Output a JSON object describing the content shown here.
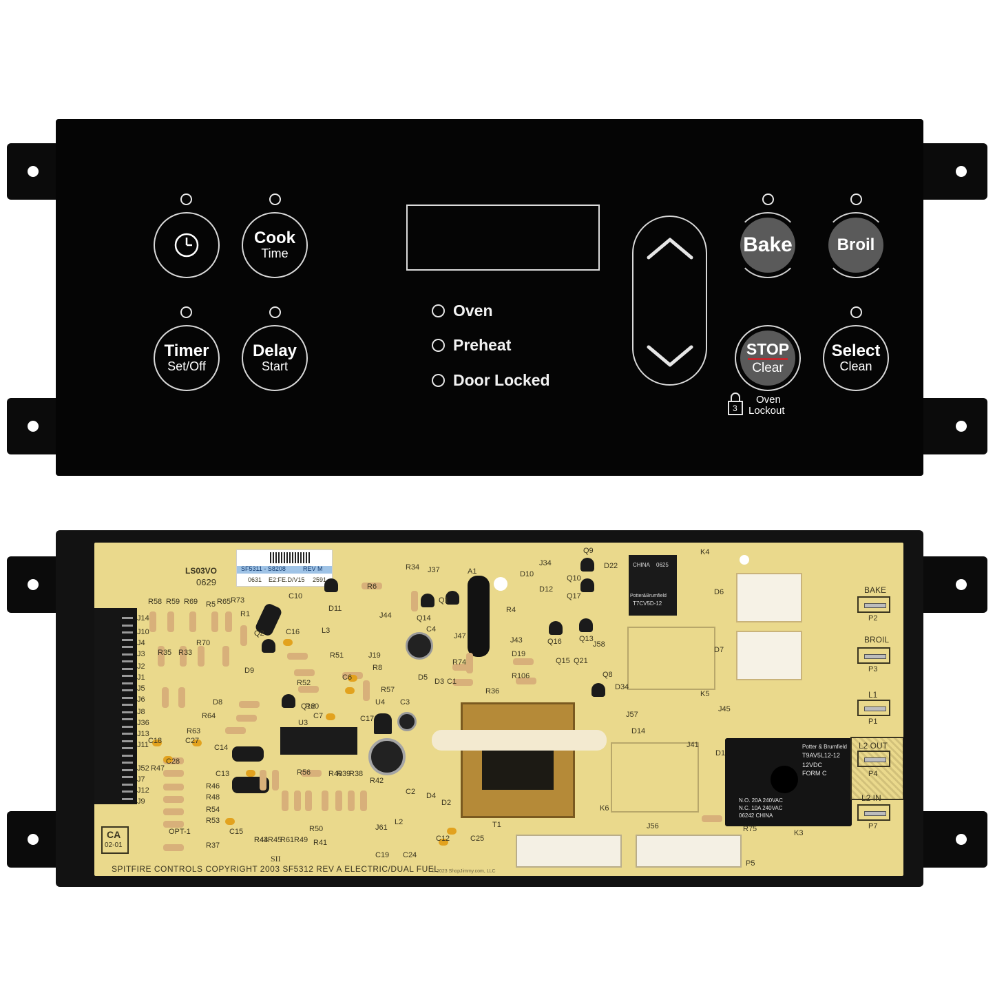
{
  "panel": {
    "keys": {
      "clock_label": "",
      "cook_l1": "Cook",
      "cook_l2": "Time",
      "timer_l1": "Timer",
      "timer_l2": "Set/Off",
      "delay_l1": "Delay",
      "delay_l2": "Start",
      "bake": "Bake",
      "broil": "Broil",
      "stop_l1": "STOP",
      "stop_l2": "Clear",
      "select_l1": "Select",
      "select_l2": "Clean"
    },
    "status": [
      "Oven",
      "Preheat",
      "Door Locked"
    ],
    "lockout": {
      "badge": "3",
      "line1": "Oven",
      "line2": "Lockout"
    },
    "colors": {
      "face": "#050505",
      "stop_underline": "#c0272d"
    }
  },
  "board": {
    "sticker": {
      "part": "SF5311 - S8208",
      "rev": "REV M",
      "code1": "0631",
      "code2": "E2:FE.D/V15",
      "code3": "2591"
    },
    "stamp_top": "0629",
    "logo_text": "LS03VO",
    "copyright": "SPITFIRE CONTROLS COPYRIGHT 2003 SF5312 REV A  ELECTRIC/DUAL FUEL",
    "sii": "SII",
    "ca": "CA",
    "ca_code": "02-01",
    "watermark": "© 2023 ShopJimmy.com, LLC",
    "terminals": [
      "BAKE",
      "P2",
      "BROIL",
      "P3",
      "L1",
      "P1",
      "L2 OUT",
      "P4",
      "L2 IN",
      "P7"
    ],
    "relay_big": {
      "l1": "Potter & Brumfield",
      "l2": "T9AV5L12-12",
      "l3": "12VDC",
      "l4": "FORM C",
      "l5": "N.O. 20A 240VAC",
      "l6": "N.C. 10A 240VAC",
      "l7": "06242 CHINA"
    },
    "relay_small": {
      "l1": "Potter&Brumfield",
      "l2": "T7CV5D-12",
      "l3": "CHINA",
      "l4": "0625"
    },
    "refs": {
      "j14": "J14",
      "j10": "J10",
      "j4": "J4",
      "j3": "J3",
      "j2": "J2",
      "j1": "J1",
      "j5": "J5",
      "j6": "J6",
      "j8": "J8",
      "j36": "J36",
      "j13": "J13",
      "j11": "J11",
      "j52": "J52",
      "j7": "J7",
      "j12": "J12",
      "j9": "J9",
      "r58": "R58",
      "r59": "R59",
      "r69": "R69",
      "r5": "R5",
      "r65": "R65",
      "r73": "R73",
      "r1": "R1",
      "r35": "R35",
      "r33": "R33",
      "r70": "R70",
      "c10": "C10",
      "d11": "D11",
      "l3": "L3",
      "c16": "C16",
      "r51": "R51",
      "j19": "J19",
      "r8": "R8",
      "d9": "D9",
      "r52": "R52",
      "c6": "C6",
      "r57": "R57",
      "d8": "D8",
      "q12": "Q12",
      "r60": "R60",
      "u4": "U4",
      "r64": "R64",
      "c7": "C7",
      "r63": "R63",
      "u3": "U3",
      "c17": "C17",
      "c18": "C18",
      "c27": "C27",
      "c14": "C14",
      "r47": "R47",
      "c28": "C28",
      "c13": "C13",
      "r56": "R56",
      "r46": "R46",
      "r48": "R48",
      "r54": "R54",
      "r53": "R53",
      "opt1": "OPT-1",
      "r37": "R37",
      "c15": "C15",
      "r44": "R44",
      "r43": "R43",
      "r45": "R45",
      "r61": "R61",
      "r49": "R49",
      "r50": "R50",
      "r41": "R41",
      "r40": "R40",
      "r39": "R39",
      "r38": "R38",
      "r42": "R42",
      "r6": "R6",
      "r34": "R34",
      "j44": "J44",
      "q2": "Q2",
      "q14": "Q14",
      "c4": "C4",
      "q1": "Q1",
      "a1": "A1",
      "j47": "J47",
      "r74": "R74",
      "d5": "D5",
      "d3": "D3",
      "c1": "C1",
      "r36": "R36",
      "c3": "C3",
      "d4": "D4",
      "d2": "D2",
      "c2": "C2",
      "l2": "L2",
      "j61": "J61",
      "c19": "C19",
      "c24": "C24",
      "c12": "C12",
      "c25": "C25",
      "t1": "T1",
      "j37": "J37",
      "d10": "D10",
      "j34": "J34",
      "d12": "D12",
      "q9": "Q9",
      "q10": "Q10",
      "q17": "Q17",
      "d22": "D22",
      "r4": "R4",
      "j43": "J43",
      "q16": "Q16",
      "q13": "Q13",
      "j58": "J58",
      "d19": "D19",
      "q15": "Q15",
      "q21": "Q21",
      "q8": "Q8",
      "r106": "R106",
      "d34": "D34",
      "j57": "J57",
      "d14": "D14",
      "j41": "J41",
      "k6": "K6",
      "j56": "J56",
      "r75": "R75",
      "p5": "P5",
      "k4": "K4",
      "d6": "D6",
      "d7": "D7",
      "k5": "K5",
      "j45": "J45",
      "d1": "D1",
      "k3": "K3"
    }
  }
}
